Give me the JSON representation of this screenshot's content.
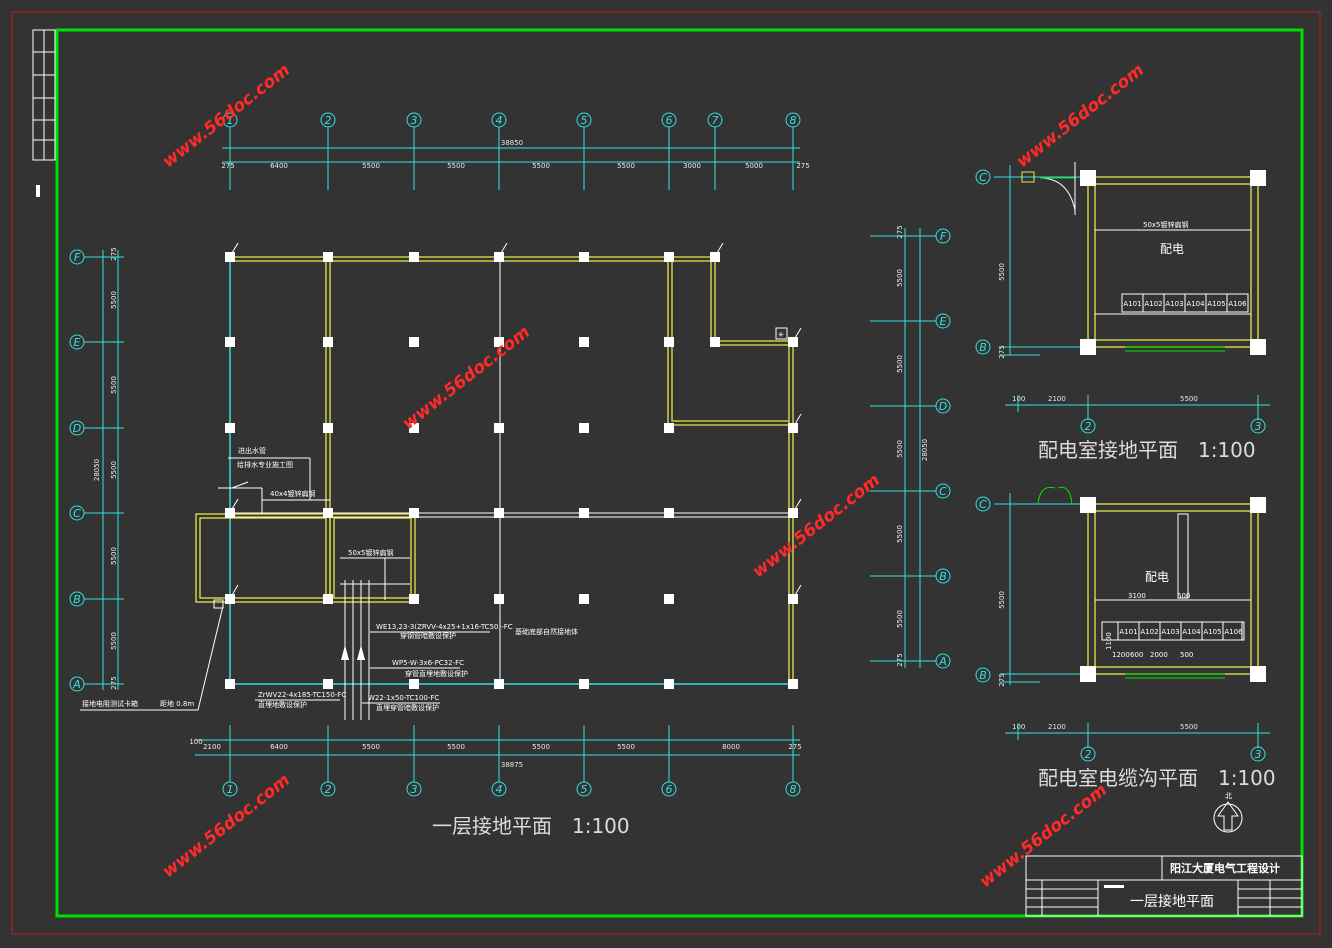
{
  "colors": {
    "frame": "#00e000",
    "outer": "#b02020",
    "axis": "#33e0e0",
    "wall": "#e8e84a",
    "line": "#ffffff",
    "watermark": "#ff2a2a"
  },
  "main_plan": {
    "title": "一层接地平面　1:100",
    "axes_x": [
      "1",
      "2",
      "3",
      "4",
      "5",
      "6",
      "7",
      "8"
    ],
    "axes_y": [
      "A",
      "B",
      "C",
      "D",
      "E",
      "F"
    ],
    "top_dims": [
      "275",
      "6400",
      "5500",
      "5500",
      "5500",
      "5500",
      "3000",
      "5000",
      "275"
    ],
    "top_total": "38850",
    "bottom_dims": [
      "2100",
      "6400",
      "5500",
      "5500",
      "5500",
      "5500",
      "8000",
      "275"
    ],
    "bottom_first": "100",
    "bottom_total": "38875",
    "left_dims": [
      "275",
      "5500",
      "5500",
      "5500",
      "5500",
      "5500",
      "275"
    ],
    "left_total": "28050",
    "right_total": "28050",
    "labels": {
      "water_pipe": "进出水管",
      "water_note": "给排水专业施工图",
      "steel_flat_40": "40x4镀锌扁钢",
      "steel_flat_50": "50x5镀锌扁钢",
      "cable_we": "WE13,23-3(ZRVV-4x25+1x16-TC50)-FC",
      "cable_we_note": "穿钢管暗敷设保护",
      "cable_wp": "WP5-W-3x6-PC32-FC",
      "cable_wp_note": "穿管直埋地敷设保护",
      "cable_zr": "ZrWV22-4x185-TC150-FC",
      "cable_zr_note": "直埋地敷设保护",
      "cable_w22": "W22-1x50-TC100-FC",
      "cable_w22_note": "直埋穿管暗敷设保护",
      "pipe_note": "基础底部自然接地体",
      "ground_test": "接地电阻测试卡箱",
      "depth": "距地 0.8m"
    }
  },
  "room_plan": {
    "title": "配电室接地平面　1:100",
    "room": "配电",
    "steel": "50x5镀锌扁钢",
    "panels": [
      "A101",
      "A102",
      "A103",
      "A104",
      "A105",
      "A106"
    ],
    "axes_y": [
      "C",
      "B"
    ],
    "axes_x": [
      "2",
      "3"
    ],
    "left_dim": "5500",
    "small_dim": "275",
    "dims": [
      "100",
      "2100",
      "5500"
    ]
  },
  "trench_plan": {
    "title": "配电室电缆沟平面　1:100",
    "room": "配电",
    "panels": [
      "A101",
      "A102",
      "A103",
      "A104",
      "A105",
      "A106"
    ],
    "axes_y": [
      "C",
      "B"
    ],
    "axes_x": [
      "2",
      "3"
    ],
    "dim_a": "3100",
    "dim_b": "600",
    "dim_c": "1200",
    "dim_d": "600",
    "dim_e": "2000",
    "dim_f": "500",
    "dim_g": "1100",
    "left_dim": "5500",
    "small_dim": "275",
    "dims": [
      "100",
      "2100",
      "5500"
    ],
    "north": "北"
  },
  "title_block": {
    "project": "阳江大厦电气工程设计",
    "drawing": "一层接地平面"
  },
  "watermark": "www.56doc.com"
}
